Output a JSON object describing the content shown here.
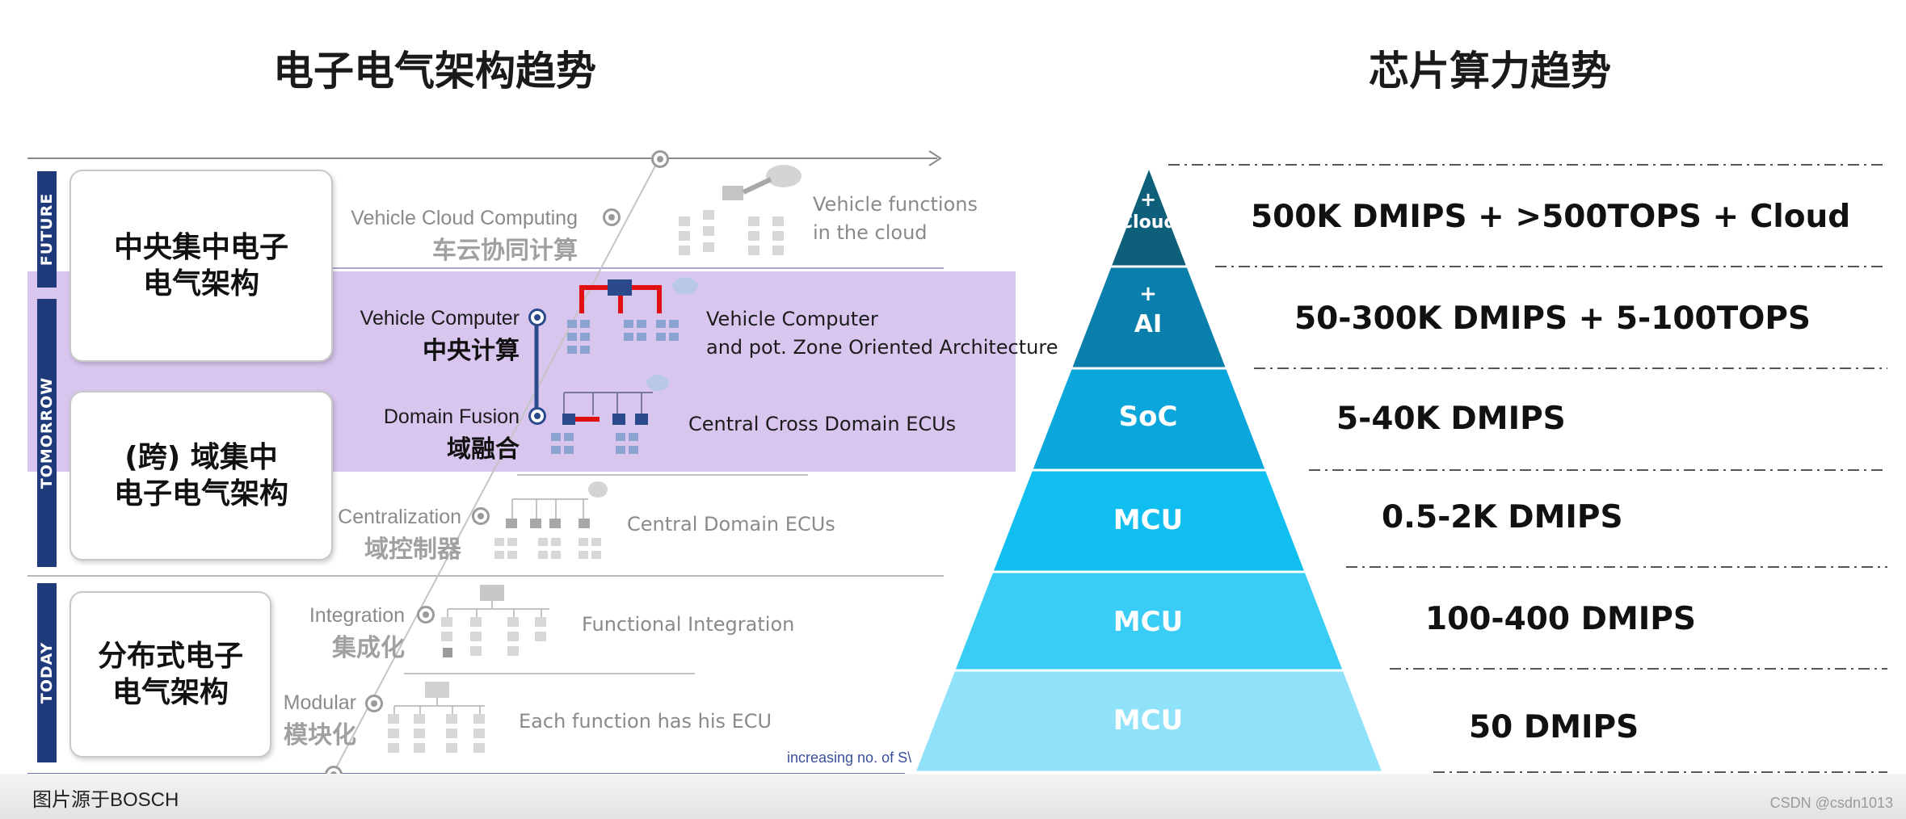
{
  "left": {
    "title": "电子电气架构趋势",
    "phases": [
      "FUTURE",
      "TOMORROW",
      "TODAY"
    ],
    "cards": [
      {
        "line1": "中央集中电子",
        "line2": "电气架构"
      },
      {
        "line1": "(跨) 域集中",
        "line2": "电子电气架构"
      },
      {
        "line1": "分布式电子",
        "line2": "电气架构"
      }
    ],
    "steps": [
      {
        "en": "Vehicle Cloud Computing",
        "cn": "车云协同计算",
        "desc1": "Vehicle functions",
        "desc2": "in the cloud"
      },
      {
        "en": "Vehicle Computer",
        "cn": "中央计算",
        "desc1": "Vehicle Computer",
        "desc2": "and pot. Zone Oriented Architecture"
      },
      {
        "en": "Domain Fusion",
        "cn": "域融合",
        "desc1": "Central Cross Domain ECUs",
        "desc2": ""
      },
      {
        "en": "Centralization",
        "cn": "域控制器",
        "desc1": "Central Domain ECUs",
        "desc2": ""
      },
      {
        "en": "Integration",
        "cn": "集成化",
        "desc1": "Functional Integration",
        "desc2": ""
      },
      {
        "en": "Modular",
        "cn": "模块化",
        "desc1": "Each function has his ECU",
        "desc2": ""
      }
    ],
    "axis_note": "increasing no. of S\\"
  },
  "right": {
    "title": "芯片算力趋势",
    "tiers": [
      {
        "label_top": "+",
        "label": "Cloud",
        "spec": "500K DMIPS + >500TOPS + Cloud",
        "color": "#0d5f7a"
      },
      {
        "label_top": "+",
        "label": "AI",
        "spec": "50-300K DMIPS + 5-100TOPS",
        "color": "#0b7fab"
      },
      {
        "label_top": "",
        "label": "SoC",
        "spec": "5-40K DMIPS",
        "color": "#0aa6dc"
      },
      {
        "label_top": "",
        "label": "MCU",
        "spec": "0.5-2K DMIPS",
        "color": "#10bff0"
      },
      {
        "label_top": "",
        "label": "MCU",
        "spec": "100-400 DMIPS",
        "color": "#39cdf5"
      },
      {
        "label_top": "",
        "label": "MCU",
        "spec": "50 DMIPS",
        "color": "#8fe2fa"
      }
    ]
  },
  "footer": {
    "source": "图片源于BOSCH",
    "watermark": "CSDN @csdn1013"
  }
}
